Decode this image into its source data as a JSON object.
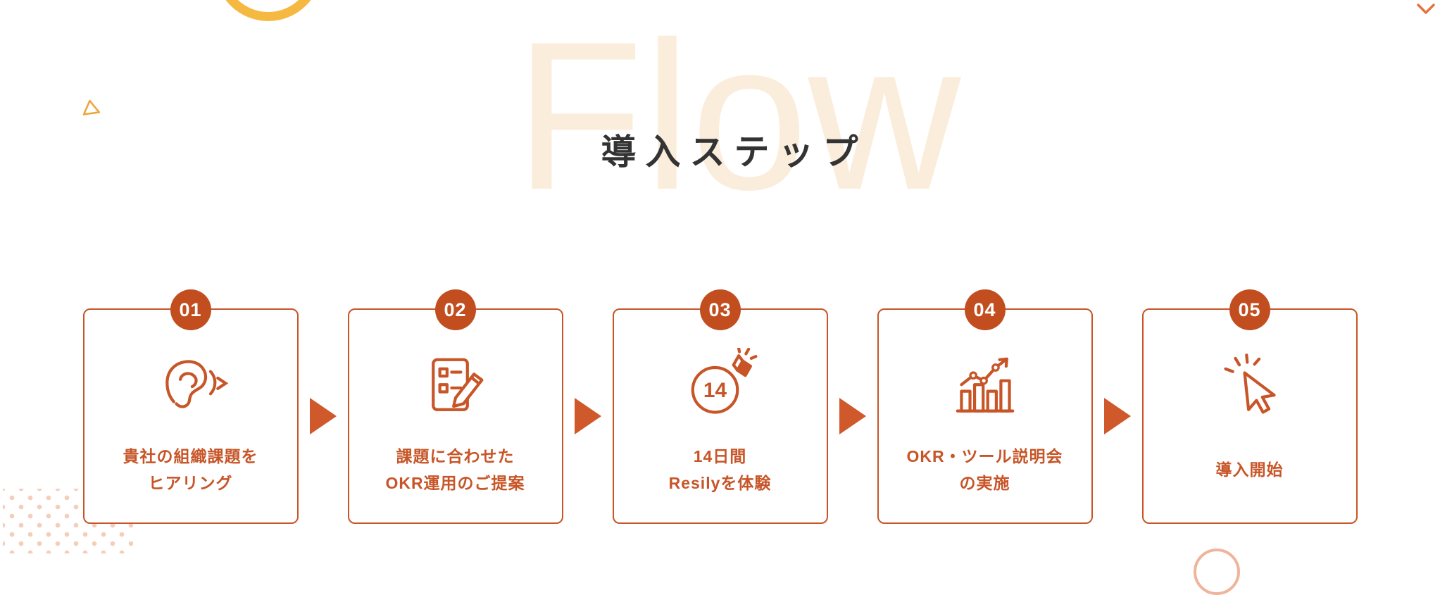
{
  "colors": {
    "accent": "#C75527",
    "arrow": "#D0592B",
    "badge": "#C24E20",
    "flow": "#FAEDDB",
    "title": "#333333",
    "triangle": "#ECA63E",
    "arc": "#F5B942",
    "dots": "#F5CEBB",
    "chevron": "#E4713D"
  },
  "header": {
    "background_word": "Flow",
    "title": "導入ステップ"
  },
  "steps": [
    {
      "number": "01",
      "icon": "ear-icon",
      "label_lines": [
        "貴社の組織課題を",
        "ヒアリング"
      ]
    },
    {
      "number": "02",
      "icon": "document-pencil-icon",
      "label_lines": [
        "課題に合わせた",
        "OKR運用のご提案"
      ]
    },
    {
      "number": "03",
      "icon": "calendar-14-days-icon",
      "label_lines": [
        "14日間",
        "Resilyを体験"
      ]
    },
    {
      "number": "04",
      "icon": "growth-chart-icon",
      "label_lines": [
        "OKR・ツール説明会",
        "の実施"
      ]
    },
    {
      "number": "05",
      "icon": "cursor-click-icon",
      "label_lines": [
        "導入開始"
      ]
    }
  ]
}
